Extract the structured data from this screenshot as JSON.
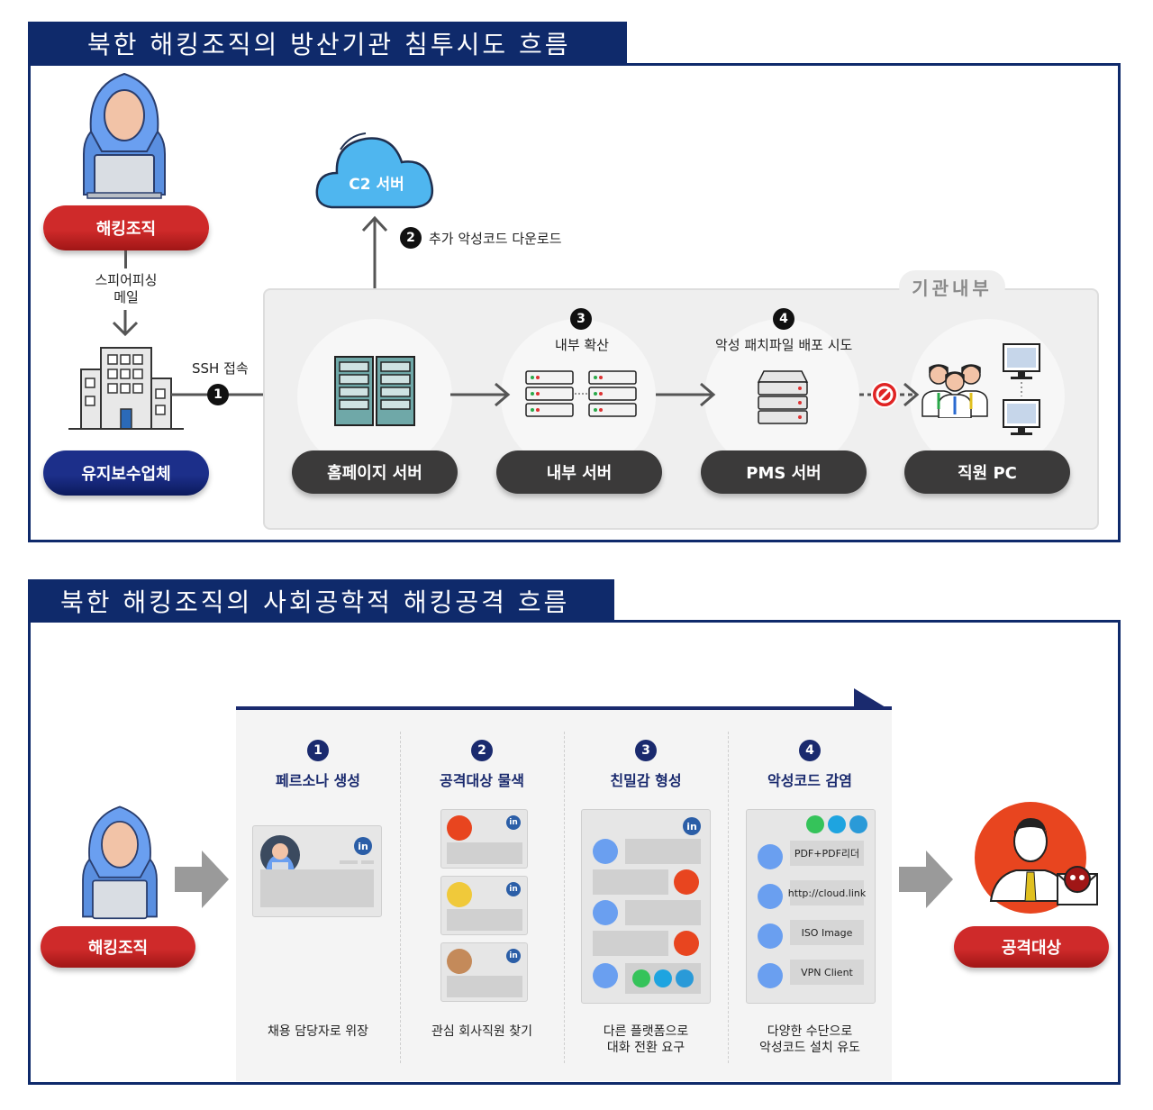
{
  "panel1": {
    "title": "북한 해킹조직의 방산기관 침투시도 흐름",
    "hacker_label": "해킹조직",
    "spear_label": "스피어피싱\n메일",
    "vendor_label": "유지보수업체",
    "ssh_label": "SSH 접속",
    "cloud_label": "C2 서버",
    "download_label": "추가 악성코드 다운로드",
    "internal_label": "기관내부",
    "spread_label": "내부 확산",
    "patch_label": "악성 패치파일 배포 시도",
    "servers": [
      {
        "label": "홈페이지 서버"
      },
      {
        "label": "내부 서버"
      },
      {
        "label": "PMS 서버"
      },
      {
        "label": "직원 PC"
      }
    ],
    "steps": [
      "1",
      "2",
      "3",
      "4"
    ]
  },
  "panel2": {
    "title": "북한 해킹조직의 사회공학적 해킹공격 흐름",
    "hacker_label": "해킹조직",
    "target_label": "공격대상",
    "linkedin_glyph": "in",
    "stages": [
      {
        "num": "1",
        "title": "페르소나 생성",
        "caption": "채용 담당자로 위장"
      },
      {
        "num": "2",
        "title": "공격대상 물색",
        "caption": "관심 회사직원 찾기"
      },
      {
        "num": "3",
        "title": "친밀감 형성",
        "caption": "다른 플랫폼으로\n대화 전환 요구"
      },
      {
        "num": "4",
        "title": "악성코드 감염",
        "caption": "다양한 수단으로\n악성코드 설치 유도"
      }
    ],
    "files": [
      "PDF+PDF리더",
      "http://cloud.link",
      "ISO Image",
      "VPN Client"
    ],
    "colors": {
      "navy": "#0f2a6b",
      "red": "#c62828",
      "dark_pill": "#3b3a3a",
      "accent_orange": "#e8451f"
    }
  }
}
